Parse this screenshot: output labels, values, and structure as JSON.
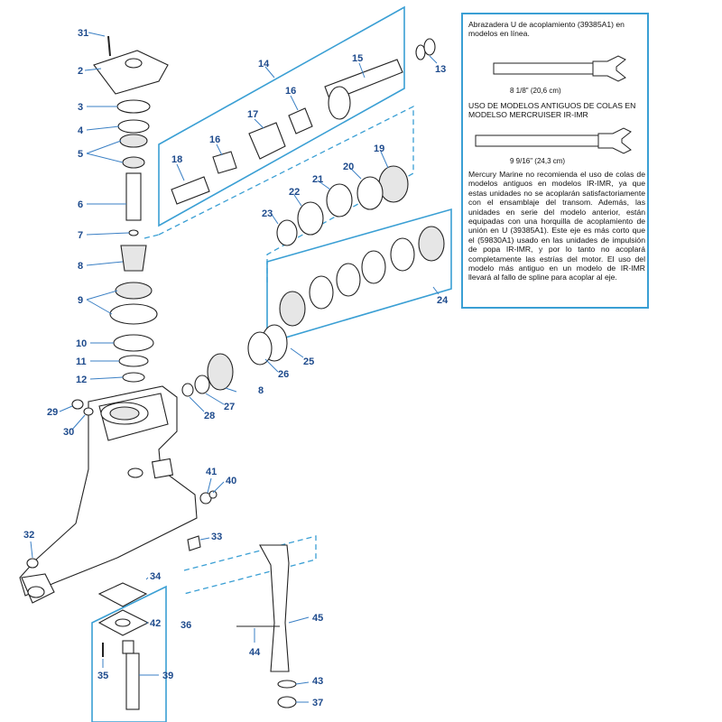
{
  "callouts": {
    "c31": "31",
    "c2": "2",
    "c3": "3",
    "c4": "4",
    "c5": "5",
    "c6": "6",
    "c7": "7",
    "c8": "8",
    "c8b": "8",
    "c9": "9",
    "c10": "10",
    "c11": "11",
    "c12": "12",
    "c13": "13",
    "c14": "14",
    "c15": "15",
    "c16": "16",
    "c16b": "16",
    "c17": "17",
    "c18": "18",
    "c19": "19",
    "c20": "20",
    "c21": "21",
    "c22": "22",
    "c23": "23",
    "c24": "24",
    "c25": "25",
    "c26": "26",
    "c27": "27",
    "c28": "28",
    "c29": "29",
    "c30": "30",
    "c32": "32",
    "c33": "33",
    "c34": "34",
    "c35": "35",
    "c36": "36",
    "c37": "37",
    "c39": "39",
    "c40": "40",
    "c41": "41",
    "c42": "42",
    "c43": "43",
    "c44": "44",
    "c45": "45"
  },
  "note": {
    "heading": "Abrazadera U de acoplamiento (39385A1) en modelos en línea.",
    "dim1": "8 1/8\" (20,6 cm)",
    "heading2": "USO DE MODELOS ANTIGUOS DE COLAS EN MODELSO MERCRUISER IR-IMR",
    "dim2": "9 9/16\" (24,3 cm)",
    "body": "Mercury Marine no recomienda el uso de colas de modelos antiguos en modelos IR-IMR, ya que estas unidades no se acoplarán satisfactoriamente con el ensamblaje del transom. Además, las unidades en serie del modelo anterior, están equipadas con una horquilla de acoplamiento de unión en U (39385A1). Este eje es más corto que el (59830A1) usado en las unidades de impulsión de popa IR-IMR, y por lo tanto no acoplará completamente las estrías del motor. El uso del modelo más antiguo en un modelo de IR-IMR llevará al fallo de spline para acoplar al eje."
  },
  "colors": {
    "callout": "#1d4a8c",
    "frame": "#3a9fd4",
    "leader": "#3a7fc4"
  }
}
